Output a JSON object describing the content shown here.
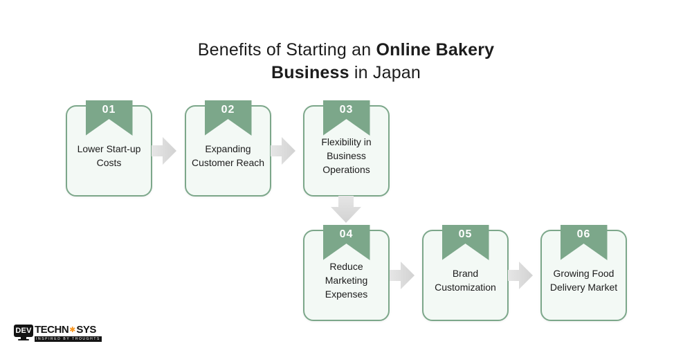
{
  "title": {
    "line1_normal": "Benefits of Starting an",
    "line1_bold": "Online Bakery",
    "line2_bold": "Business",
    "line2_normal": "in Japan"
  },
  "cards": [
    {
      "number": "01",
      "label": "Lower Start-up Costs"
    },
    {
      "number": "02",
      "label": "Expanding Customer Reach"
    },
    {
      "number": "03",
      "label": "Flexibility in Business Operations"
    },
    {
      "number": "04",
      "label": "Reduce Marketing Expenses"
    },
    {
      "number": "05",
      "label": "Brand Customization"
    },
    {
      "number": "06",
      "label": "Growing Food Delivery Market"
    }
  ],
  "flow": {
    "arrow_directions": [
      "right",
      "right",
      "down",
      "right",
      "right"
    ]
  },
  "logo": {
    "monitor_text": "DEV",
    "wordmark_left": "TECHN",
    "gear_icon_glyph": "✱",
    "wordmark_right": "SYS",
    "tagline": "INSPIRED BY THOUGHTS"
  },
  "colors": {
    "accent_green": "#7CA78A",
    "card_background": "#F3F9F5",
    "arrow_gray": "#D9D9D9",
    "logo_orange": "#F7941D",
    "text_dark": "#1C1C1C",
    "page_background": "#FFFFFF"
  }
}
